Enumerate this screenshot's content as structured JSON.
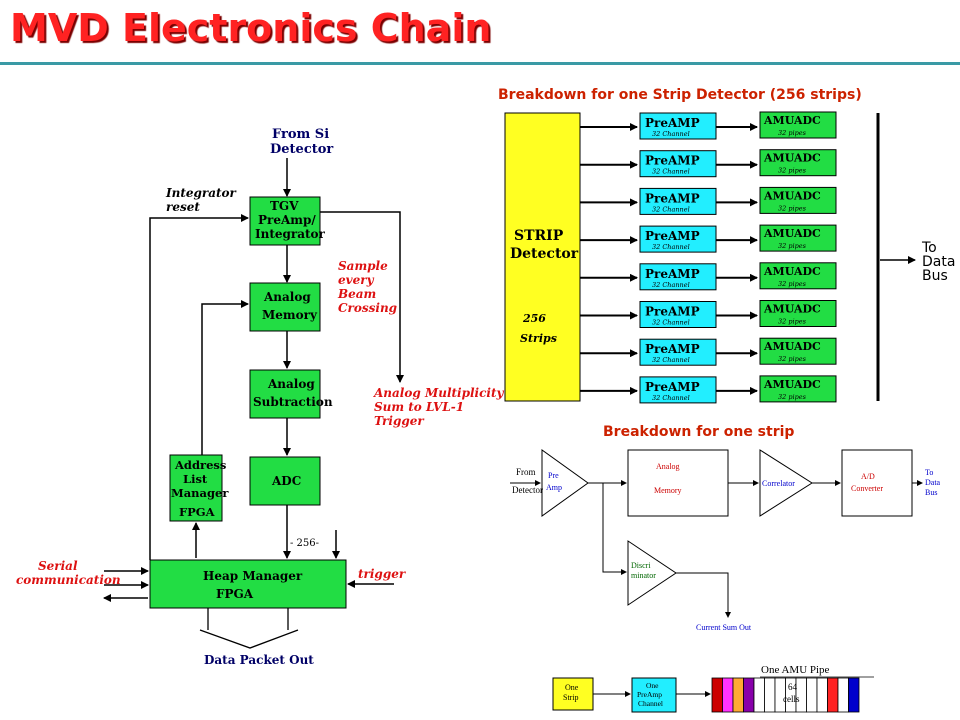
{
  "title": "MVD Electronics Chain",
  "colors": {
    "title": "#ff2222",
    "rule": "#3a9aa5",
    "green_block": "#22dd44",
    "cyan_block": "#22eeff",
    "strip_yellow": "#ffff22",
    "red_note": "#dd1111",
    "navy_text": "#000066"
  },
  "left_chain": {
    "from_si": [
      "From Si",
      "Detector"
    ],
    "integrator_reset": [
      "Integrator",
      "reset"
    ],
    "tgv": [
      "TGV",
      "PreAmp/",
      "Integrator"
    ],
    "analog_memory": [
      "Analog",
      "Memory"
    ],
    "analog_subtraction": [
      "Analog",
      "Subtraction"
    ],
    "adc": "ADC",
    "address_list_manager": [
      "Address",
      "List",
      "Manager",
      "FPGA"
    ],
    "sample_note": [
      "Sample",
      "every",
      "Beam",
      "Crossing"
    ],
    "multiplicity_note": [
      "Analog Multiplicity",
      "Sum to LVL-1",
      "Trigger"
    ],
    "bus_width": "- 256-",
    "heap_manager": [
      "Heap Manager",
      "FPGA"
    ],
    "serial": [
      "Serial",
      "communication"
    ],
    "trigger": "trigger",
    "data_out": "Data Packet Out"
  },
  "strip_detector": {
    "caption": "Breakdown for one Strip Detector (256 strips)",
    "detector_label": [
      "STRIP",
      "Detector"
    ],
    "strips_count": "256",
    "strips_label": "Strips",
    "preamp_label": "PreAMP",
    "preamp_sub": "32 Channel",
    "amu_label": "AMUADC",
    "amu_sub": "32 pipes",
    "channel_count": 8,
    "to_bus": [
      "To",
      "Data",
      "Bus"
    ]
  },
  "one_strip": {
    "caption": "Breakdown for one strip",
    "from_detector": [
      "From",
      "Detector"
    ],
    "preamp": [
      "Pre",
      "Amp"
    ],
    "analog_memory": [
      "Analog",
      "Memory"
    ],
    "correlator": "Correlator",
    "ad_converter": [
      "A/D",
      "Converter"
    ],
    "to_bus": [
      "To",
      "Data",
      "Bus"
    ],
    "discriminator": [
      "Discri",
      "minator"
    ],
    "current_sum": "Current Sum Out"
  },
  "amu_pipe": {
    "label": "One AMU Pipe",
    "one_strip": [
      "One",
      "Strip"
    ],
    "preamp_channel": [
      "One",
      "PreAmp",
      "Channel"
    ],
    "cells": [
      "64",
      "cells"
    ]
  }
}
